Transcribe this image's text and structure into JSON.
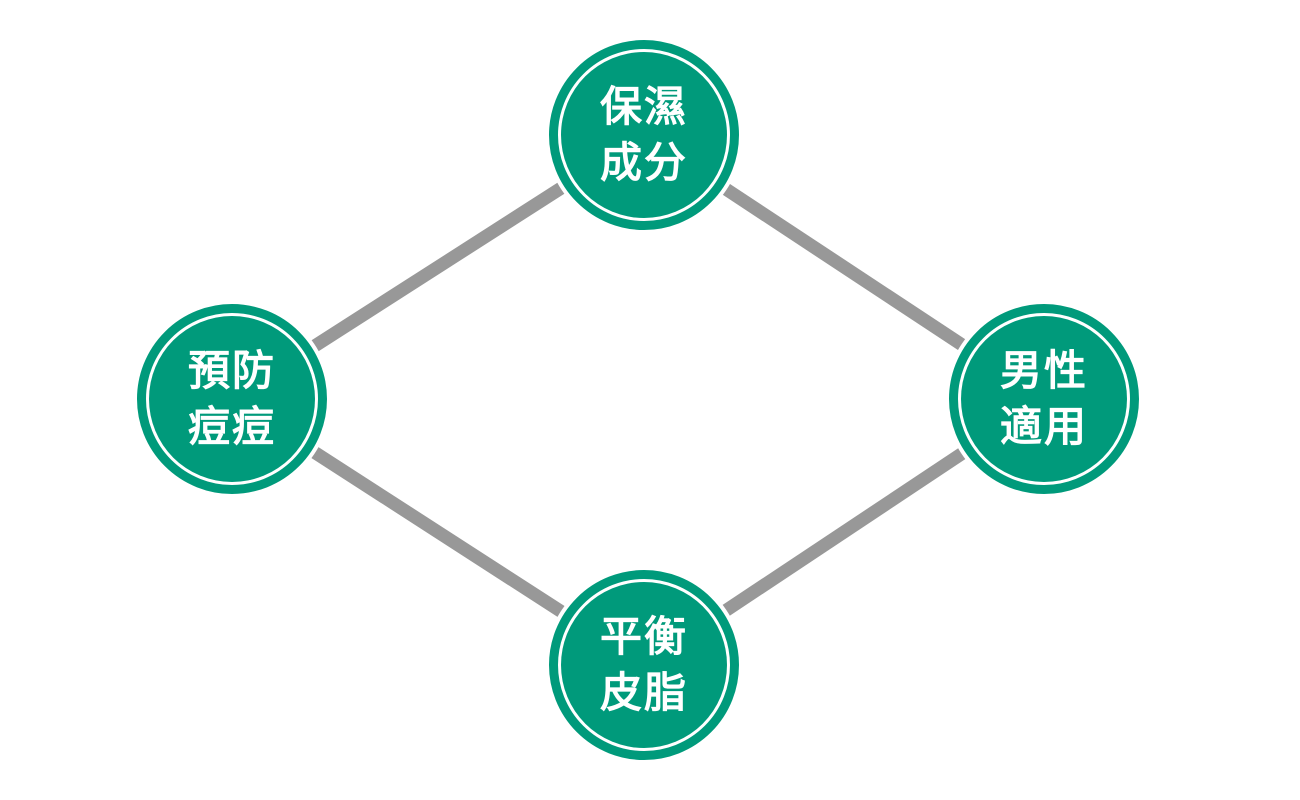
{
  "diagram": {
    "colors": {
      "node_fill": "#009a7b",
      "node_ring": "#ffffff",
      "connector": "#989898",
      "text": "#ffffff",
      "background": "#ffffff"
    },
    "nodes": {
      "top": {
        "line1": "保濕",
        "line2": "成分"
      },
      "left": {
        "line1": "預防",
        "line2": "痘痘"
      },
      "right": {
        "line1": "男性",
        "line2": "適用"
      },
      "bottom": {
        "line1": "平衡",
        "line2": "皮脂"
      }
    }
  }
}
